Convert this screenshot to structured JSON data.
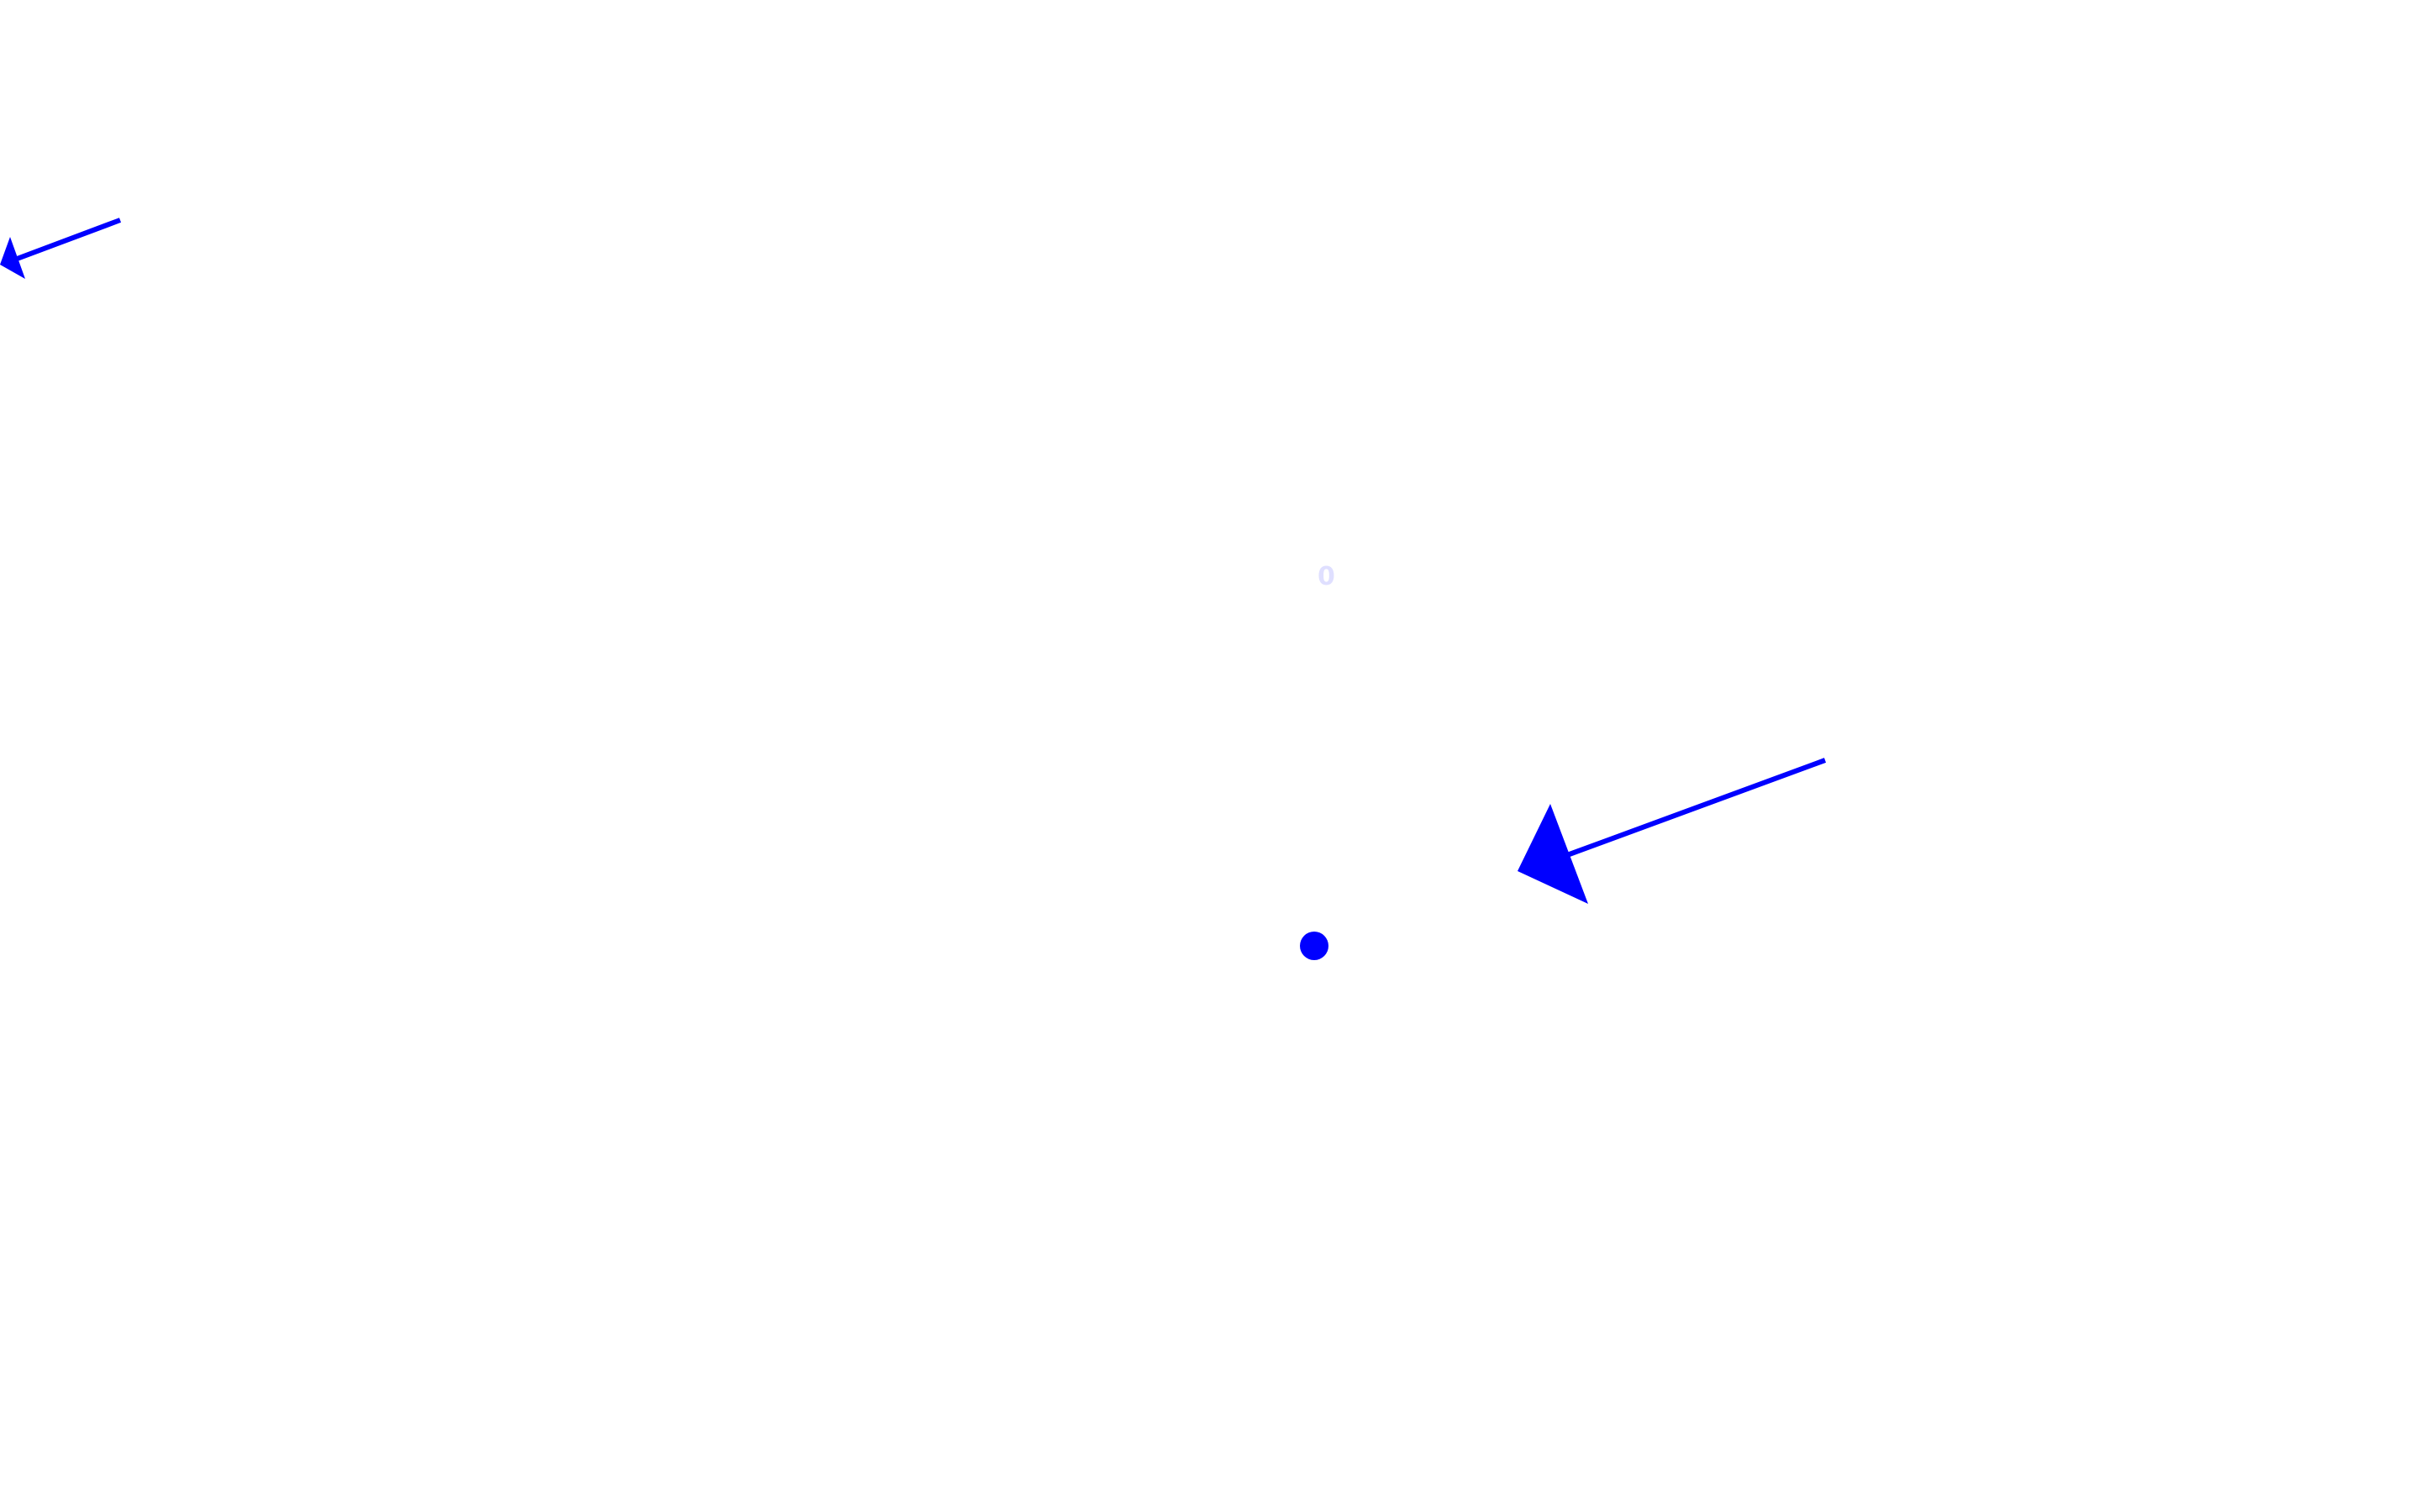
{
  "scene": {
    "background": "#ffffff",
    "accent_color": "#0000ff",
    "label": {
      "text": "0"
    },
    "objects": [
      {
        "kind": "arrow",
        "name": "small-arrow"
      },
      {
        "kind": "arrow",
        "name": "large-arrow"
      },
      {
        "kind": "dot",
        "name": "dot"
      }
    ]
  }
}
